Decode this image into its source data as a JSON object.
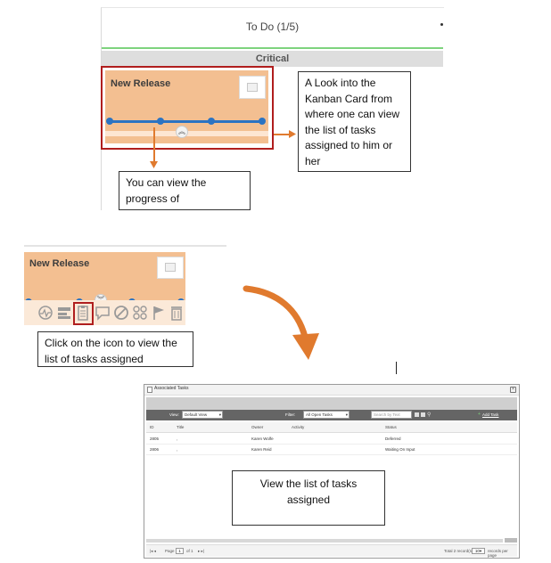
{
  "top_panel": {
    "column_title": "To Do (1/5)",
    "group_label": "Critical"
  },
  "card_top": {
    "title": "New Release",
    "expand_icon": "double-chevron-up-icon"
  },
  "callouts": {
    "kanban_card": "A Look into the Kanban Card from where one can view the list of tasks assigned to him or her",
    "progress": "You can view the progress of",
    "icon_click": "Click on the icon to view the list of tasks assigned",
    "task_list": "View the list of tasks assigned"
  },
  "card_middle": {
    "title": "New Release",
    "collapse_icon": "double-chevron-down-icon",
    "toolbar_icons": [
      "activity-icon",
      "card-stack-icon",
      "clipboard-tasks-icon",
      "comment-icon",
      "block-icon",
      "link-icon",
      "flag-icon",
      "trash-icon"
    ]
  },
  "tasks_window": {
    "title": "Associated Tasks",
    "view_label": "View:",
    "view_value": "Default View",
    "filter_label": "Filter:",
    "filter_value": "All Open Tasks",
    "search_placeholder": "Search by Text",
    "add_task": "Add Task",
    "columns": [
      "ID",
      "Title",
      "Owner",
      "Activity",
      "Status"
    ],
    "rows": [
      {
        "id": "2805",
        "title": ",",
        "owner": "Karen Wolfe",
        "activity": "",
        "status": "Deferred"
      },
      {
        "id": "2806",
        "title": ",",
        "owner": "Karen Reid",
        "activity": "",
        "status": "Waiting On Input"
      }
    ],
    "pager": {
      "page_label": "Page",
      "page_value": "1",
      "of_label": "of 1",
      "total": "Total 2 record(s)",
      "per_page_value": "10",
      "per_page_label": "records per page"
    }
  },
  "colors": {
    "card": "#f3bf91",
    "highlight": "#b01e1e",
    "arrow": "#e07a2e",
    "progress": "#2b73c2"
  }
}
